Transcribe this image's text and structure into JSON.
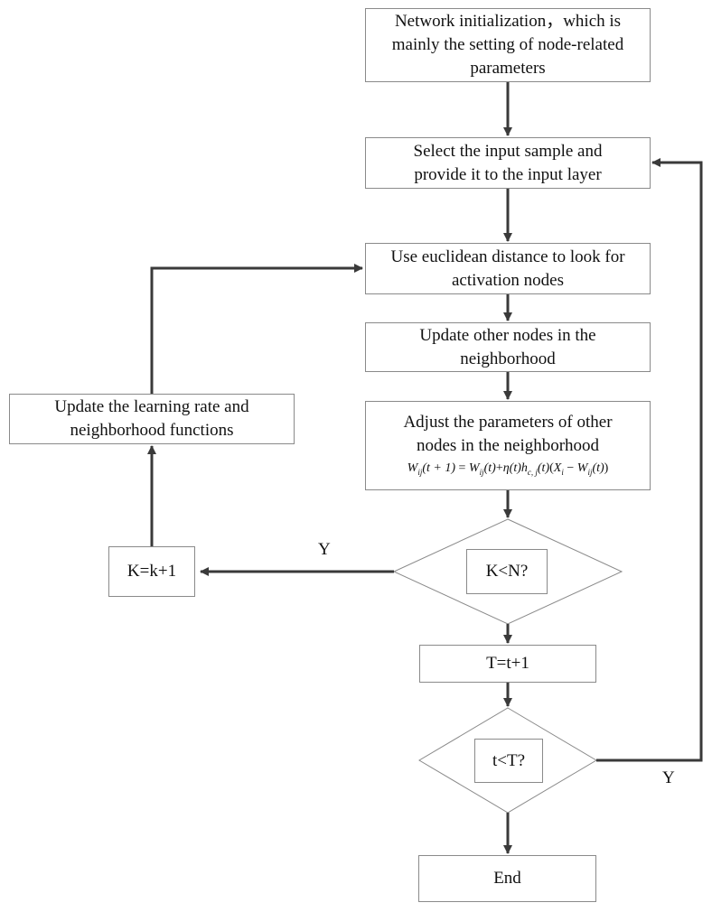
{
  "nodes": {
    "init": {
      "lines": [
        "Network initialization，which is",
        "mainly the setting of node-related",
        "parameters"
      ]
    },
    "select": {
      "lines": [
        "Select the input sample and",
        "provide it to the input layer"
      ]
    },
    "euclid": {
      "lines": [
        "Use euclidean distance to look for",
        "activation nodes"
      ]
    },
    "update_others": {
      "lines": [
        "Update other nodes in the",
        "neighborhood"
      ]
    },
    "adjust": {
      "lines": [
        "Adjust the parameters of other",
        "nodes in the neighborhood"
      ],
      "formula": {
        "lhs_w": "W",
        "lhs_sub": "ij",
        "lhs_arg": "(t + 1)",
        "eq": "=",
        "rhs_w1": "W",
        "rhs_sub1": "ij",
        "rhs_arg1": "(t)",
        "plus": "+",
        "eta": "η(t)",
        "h": "h",
        "h_sub": "c, j",
        "h_arg": "(t)",
        "open": "(",
        "x": "X",
        "x_sub": "i",
        "minus": "−",
        "rhs_w2": "W",
        "rhs_sub2": "ij",
        "rhs_arg2": "(t)",
        "close": ")"
      }
    },
    "update_lr": {
      "lines": [
        "Update the learning rate and",
        "neighborhood functions"
      ]
    },
    "k_inc": {
      "label": "K=k+1"
    },
    "decision_k": {
      "label": "K<N?"
    },
    "t_inc": {
      "label": "T=t+1"
    },
    "decision_t": {
      "label": "t<T?"
    },
    "end": {
      "label": "End"
    }
  },
  "edge_labels": {
    "yes_k": "Y",
    "yes_t": "Y"
  },
  "colors": {
    "border": "#8a8a8a",
    "arrow": "#3a3a3a",
    "text": "#111111"
  }
}
